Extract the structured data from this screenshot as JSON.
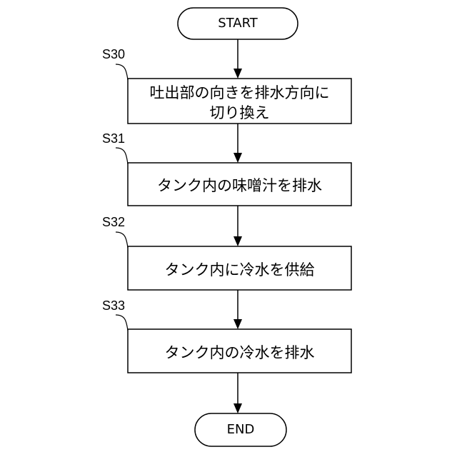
{
  "start": "START",
  "end": "END",
  "steps": [
    {
      "id": "S30",
      "text_line1": "吐出部の向きを排水方向に",
      "text_line2": "切り換え"
    },
    {
      "id": "S31",
      "text_line1": "タンク内の味噌汁を排水"
    },
    {
      "id": "S32",
      "text_line1": "タンク内に冷水を供給"
    },
    {
      "id": "S33",
      "text_line1": "タンク内の冷水を排水"
    }
  ]
}
